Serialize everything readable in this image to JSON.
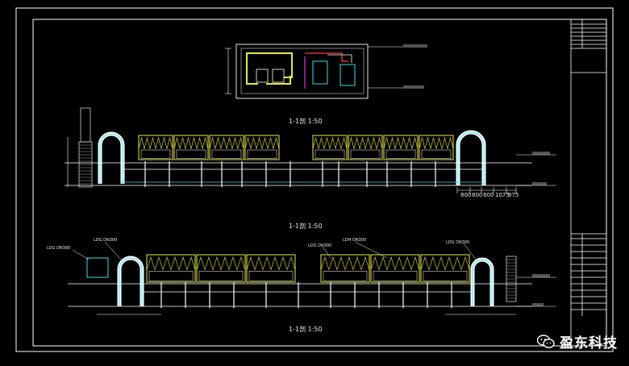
{
  "drawing": {
    "section_titles": [
      "1-1剖 1:50",
      "1-1剖 1:50",
      "1-1剖 1:50"
    ],
    "dims_middle": [
      "800",
      "800",
      "800",
      "1075",
      "975"
    ],
    "pipe_labels_bottom": [
      "LDG DN300",
      "LDG DN300",
      "LDG DN300",
      "LDH DN300",
      "LDG DN300"
    ],
    "colors": {
      "frame": "#ffffff",
      "chiller": "#e8e84a",
      "pipe": "#ffffff",
      "cyan": "#33e0e8",
      "brick": "#cfcfcf",
      "red": "#ff4040",
      "magenta": "#ff40ff"
    }
  },
  "watermark": {
    "text": "盈东科技",
    "icon": "wechat-icon"
  }
}
